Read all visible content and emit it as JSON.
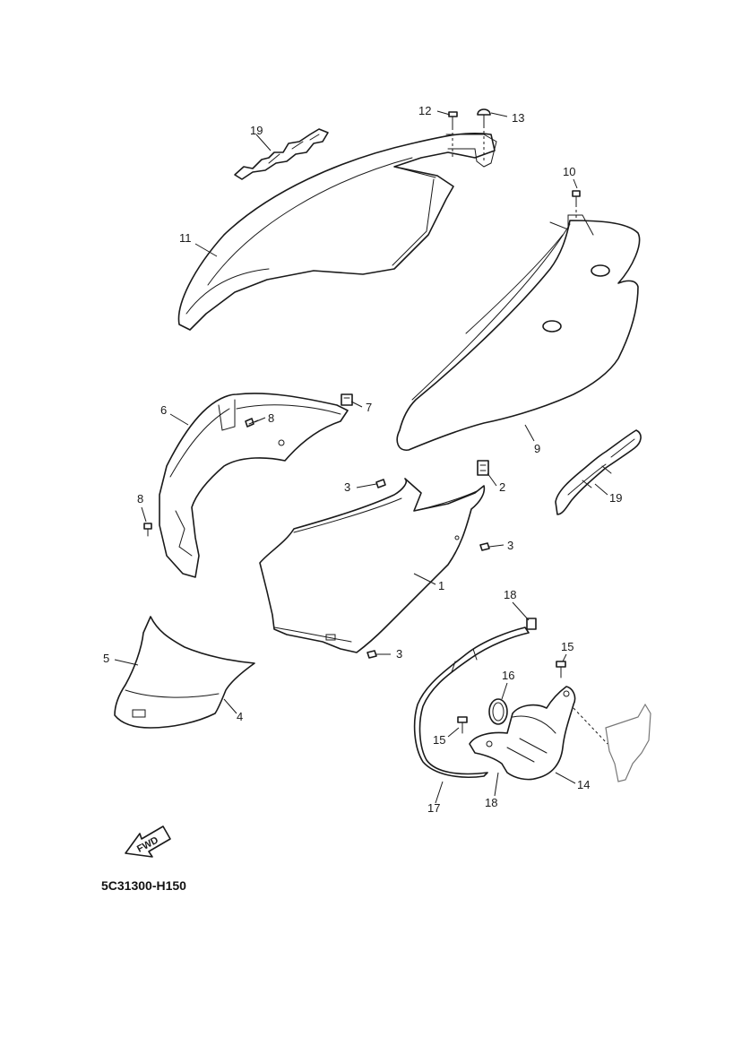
{
  "diagram": {
    "code": "5C31300-H150",
    "fwd_label": "FWD",
    "callouts": {
      "c1": "1",
      "c2": "2",
      "c3a": "3",
      "c3b": "3",
      "c3c": "3",
      "c4": "4",
      "c5": "5",
      "c6": "6",
      "c7": "7",
      "c8a": "8",
      "c8b": "8",
      "c9": "9",
      "c10": "10",
      "c11": "11",
      "c12": "12",
      "c13": "13",
      "c14": "14",
      "c15a": "15",
      "c15b": "15",
      "c16": "16",
      "c17": "17",
      "c18a": "18",
      "c18b": "18",
      "c19a": "19",
      "c19b": "19"
    }
  }
}
